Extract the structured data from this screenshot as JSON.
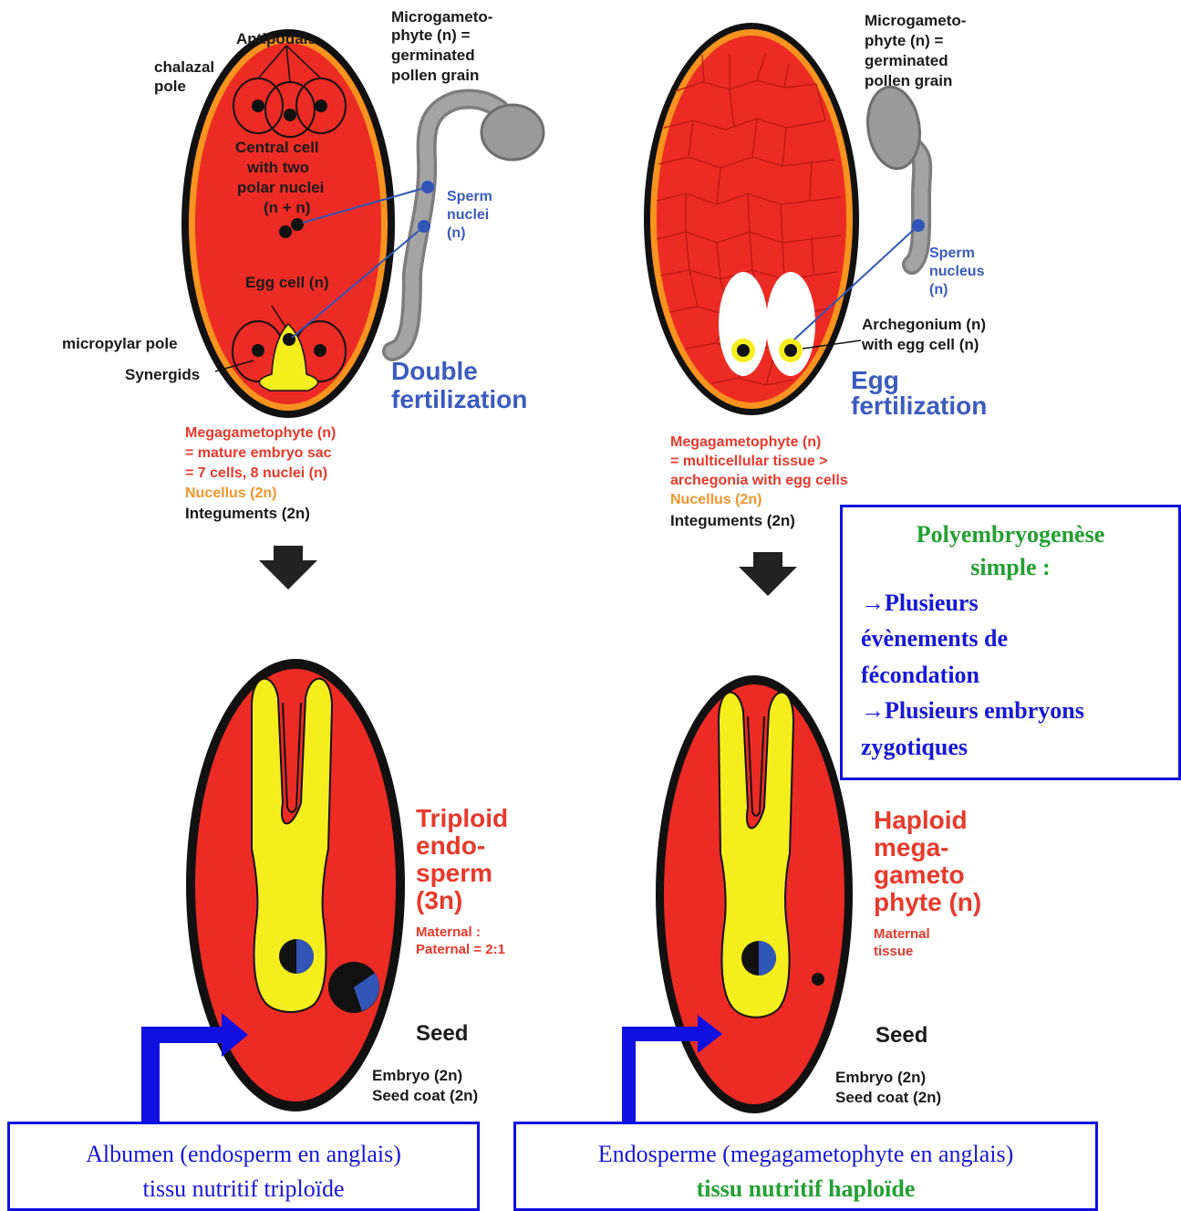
{
  "left_top": {
    "antipodals": "Antipodals",
    "chalazal_pole": [
      "chalazal",
      "pole"
    ],
    "central_cell": [
      "Central cell",
      "with two",
      "polar nuclei",
      "(n + n)"
    ],
    "egg_cell": "Egg cell (n)",
    "micropylar_pole": "micropylar pole",
    "synergids": "Synergids",
    "microgametophyte": [
      "Microgameto-",
      "phyte (n) =",
      "germinated",
      "pollen grain"
    ],
    "sperm_nuclei": [
      "Sperm",
      "nuclei",
      "(n)"
    ],
    "process": [
      "Double",
      "fertilization"
    ],
    "megagametophyte": [
      "Megagametophyte (n)",
      "= mature embryo sac",
      "= 7 cells, 8 nuclei (n)"
    ],
    "nucellus": "Nucellus (2n)",
    "integuments": "Integuments (2n)"
  },
  "right_top": {
    "microgametophyte": [
      "Microgameto-",
      "phyte (n) =",
      "germinated",
      "pollen grain"
    ],
    "sperm_nucleus": [
      "Sperm",
      "nucleus",
      "(n)"
    ],
    "archegonium": [
      "Archegonium (n)",
      "with egg cell (n)"
    ],
    "process": [
      "Egg",
      "fertilization"
    ],
    "megagametophyte": [
      "Megagametophyte (n)",
      "= multicellular tissue >",
      "archegonia with egg cells"
    ],
    "nucellus": "Nucellus (2n)",
    "integuments": "Integuments (2n)"
  },
  "polyembryony_box": {
    "title": [
      "Polyembryogenèse",
      "simple :"
    ],
    "lines": [
      "→Plusieurs",
      "évènements de",
      "fécondation",
      "→Plusieurs embryons",
      "zygotiques"
    ]
  },
  "left_bottom": {
    "tissue": [
      "Triploid",
      "endo-",
      "sperm",
      "(3n)"
    ],
    "ratio": [
      "Maternal :",
      "Paternal = 2:1"
    ],
    "seed": "Seed",
    "parts": [
      "Embryo (2n)",
      "Seed coat (2n)"
    ]
  },
  "right_bottom": {
    "tissue": [
      "Haploid",
      "mega-",
      "gameto",
      "phyte (n)"
    ],
    "origin": [
      "Maternal",
      "tissue"
    ],
    "seed": "Seed",
    "parts": [
      "Embryo (2n)",
      "Seed coat (2n)"
    ]
  },
  "note_left": [
    "Albumen (endosperm en anglais)",
    "tissu nutritif triploïde"
  ],
  "note_right": [
    "Endosperme (megagametophyte en anglais)",
    "tissu nutritif haploïde"
  ],
  "colors": {
    "tissue_red": "#ec2b24",
    "nucellus_orange": "#f7931e",
    "embryo_yellow": "#f5ee1d",
    "sperm_blue": "#3255b8",
    "box_blue": "#1010e0",
    "box_green": "#22a032"
  }
}
